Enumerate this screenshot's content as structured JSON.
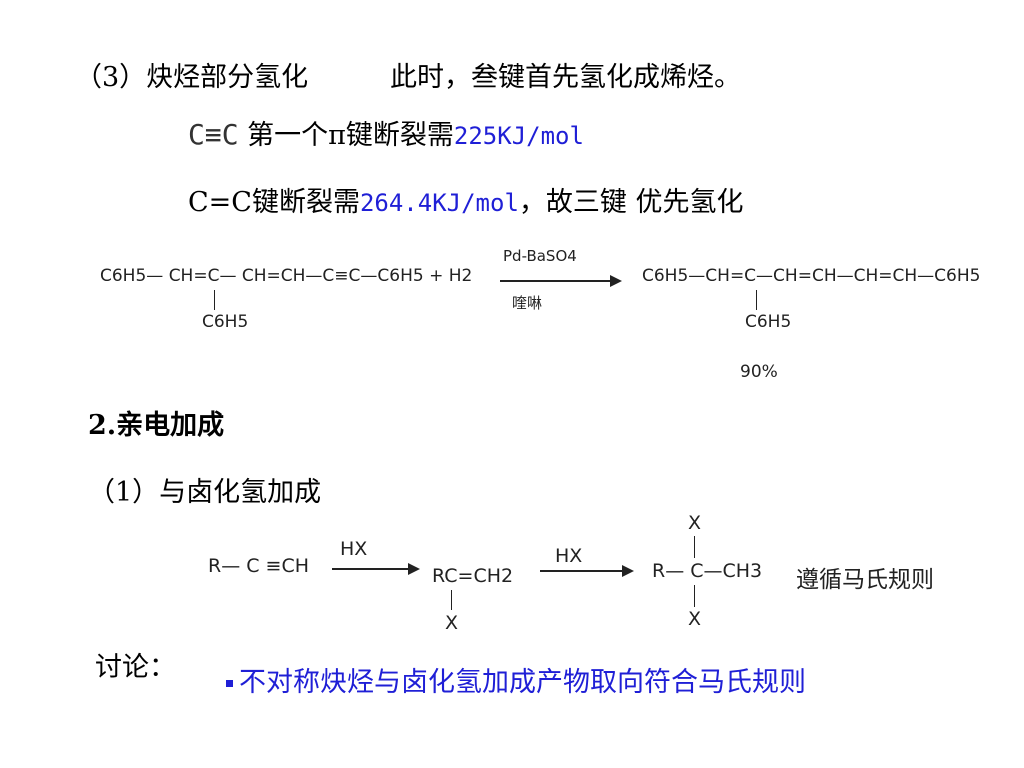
{
  "section3": {
    "title": "（3）炔烃部分氢化",
    "subtitle": "此时，叁键首先氢化成烯烃。"
  },
  "line1": {
    "bond": "C≡C",
    "text": " 第一个π键断裂需",
    "value": "225KJ/mol"
  },
  "line2": {
    "text": "C=C键断裂需",
    "value": "264.4KJ/mol",
    "tail": "，故三键 优先氢化"
  },
  "reaction1": {
    "reactant_main": "C6H5— CH=C— CH=CH—C≡C—C6H5 + H2",
    "reactant_sub": "C6H5",
    "reagent_top": "Pd-BaSO4",
    "reagent_bottom": "喹啉",
    "product_main": "C6H5—CH=C—CH=CH—CH=CH—C6H5",
    "product_sub": "C6H5",
    "yield": "90%"
  },
  "section2": {
    "title": "2.亲电加成"
  },
  "subsection1": {
    "title": "（1）与卤化氢加成"
  },
  "reaction2": {
    "start": "R— C ≡CH",
    "reagent1": "HX",
    "mid_main": "RC=CH2",
    "mid_sub": "X",
    "reagent2": "HX",
    "product_main": "R— C—CH3",
    "product_top": "X",
    "product_bottom": "X",
    "rule": "遵循马氏规则"
  },
  "discussion": {
    "label": "讨论：",
    "point": "不对称炔烃与卤化氢加成产物取向符合马氏规则"
  }
}
